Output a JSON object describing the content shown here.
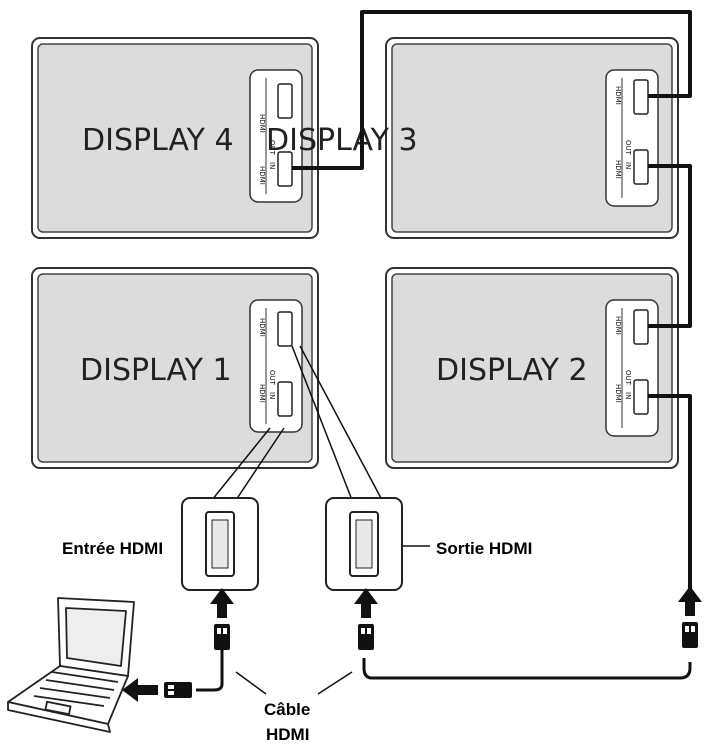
{
  "displays": {
    "d4": "DISPLAY 4",
    "d3": "DISPLAY 3",
    "d1": "DISPLAY 1",
    "d2": "DISPLAY 2"
  },
  "ports": {
    "hdmi": "HDMI",
    "in": "IN",
    "out": "OUT"
  },
  "callouts": {
    "hdmi_in": "Entrée HDMI",
    "hdmi_out": "Sortie HDMI",
    "cable_line1": "Câble",
    "cable_line2": "HDMI"
  },
  "colors": {
    "panel_fill": "#dcdcdc",
    "panel_stroke": "#333333",
    "cable": "#111111"
  }
}
